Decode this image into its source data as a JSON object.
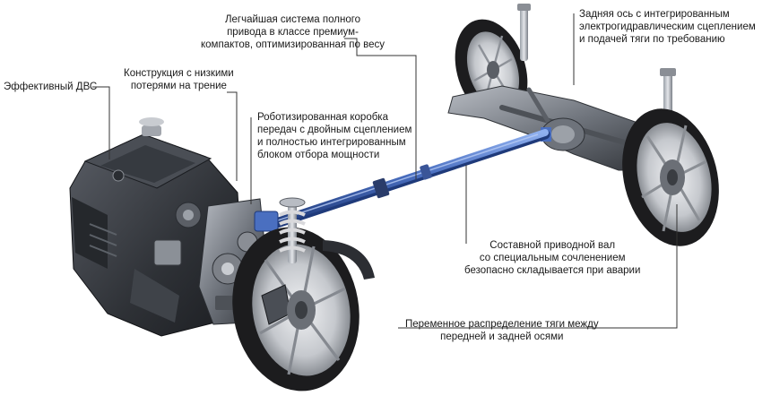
{
  "labels": {
    "engine": [
      "Эффективный ДВС"
    ],
    "low_friction": [
      "Конструкция с низкими",
      "потерями на трение"
    ],
    "awd_system": [
      "Легчайшая система полного",
      "привода в классе премиум-",
      "компактов, оптимизированная по весу"
    ],
    "gearbox": [
      "Роботизированная коробка",
      "передач с двойным сцеплением",
      "и полностью интегрированным",
      "блоком отбора мощности"
    ],
    "rear_axle": [
      "Задняя ось с интегрированным",
      "электрогидравлическим сцеплением",
      "и подачей тяги по требованию"
    ],
    "prop_shaft": [
      "Составной приводной вал",
      "со специальным сочленением",
      "безопасно складывается при аварии"
    ],
    "torque_split": [
      "Переменное распределение тяги между",
      "передней и задней осями"
    ]
  },
  "colors": {
    "shaft_blue": "#4a6fc0",
    "metal_dark": "#3a3d42",
    "metal_mid": "#7d8188",
    "metal_light": "#c9ccd1",
    "tire": "#1c1c1e",
    "spring_silver": "#d9d9dc",
    "leader": "#333333"
  },
  "icons": [
    "engine-block",
    "gearbox-housing",
    "front-left-wheel",
    "rear-left-wheel",
    "rear-right-wheel",
    "front-strut-spring",
    "rear-shock-absorber",
    "propeller-shaft",
    "rear-differential"
  ]
}
